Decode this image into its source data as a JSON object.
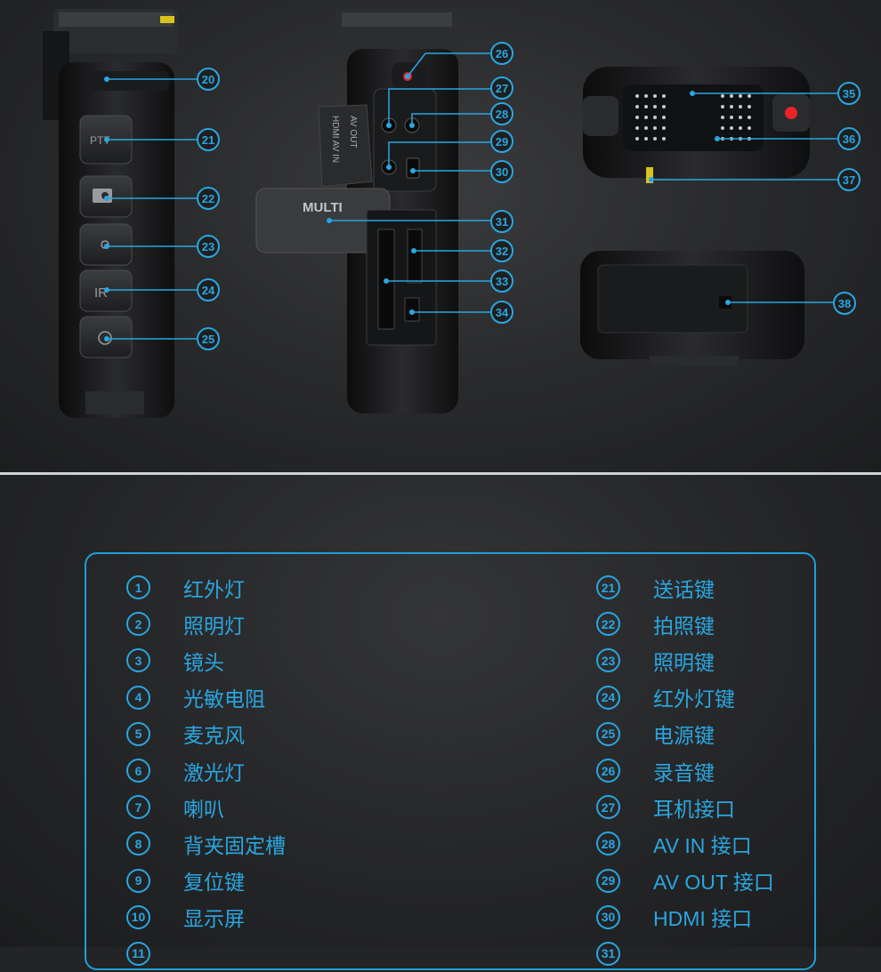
{
  "callouts": [
    "20",
    "21",
    "22",
    "23",
    "24",
    "25",
    "26",
    "27",
    "28",
    "29",
    "30",
    "31",
    "32",
    "33",
    "34",
    "35",
    "36",
    "37",
    "38"
  ],
  "device": {
    "ptt_label": "PTT",
    "ir_label": "IR",
    "multi_label": "MULTI",
    "port_text_1": "AV OUT",
    "port_text_2": "HDMI AV IN"
  },
  "legend_left": [
    {
      "num": "1",
      "label": "红外灯"
    },
    {
      "num": "2",
      "label": "照明灯"
    },
    {
      "num": "3",
      "label": "镜头"
    },
    {
      "num": "4",
      "label": "光敏电阻"
    },
    {
      "num": "5",
      "label": "麦克风"
    },
    {
      "num": "6",
      "label": "激光灯"
    },
    {
      "num": "7",
      "label": "喇叭"
    },
    {
      "num": "8",
      "label": "背夹固定槽"
    },
    {
      "num": "9",
      "label": "复位键"
    },
    {
      "num": "10",
      "label": "显示屏"
    },
    {
      "num": "11",
      "label": ""
    }
  ],
  "legend_right": [
    {
      "num": "21",
      "label": "送话键"
    },
    {
      "num": "22",
      "label": "拍照键"
    },
    {
      "num": "23",
      "label": "照明键"
    },
    {
      "num": "24",
      "label": "红外灯键"
    },
    {
      "num": "25",
      "label": "电源键"
    },
    {
      "num": "26",
      "label": "录音键"
    },
    {
      "num": "27",
      "label": "耳机接口"
    },
    {
      "num": "28",
      "label": "AV IN 接口"
    },
    {
      "num": "29",
      "label": "AV OUT 接口"
    },
    {
      "num": "30",
      "label": "HDMI 接口"
    },
    {
      "num": "31",
      "label": ""
    }
  ],
  "colors": {
    "accent": "#2aa6e0",
    "device": "#141516",
    "record": "#e8242a"
  }
}
